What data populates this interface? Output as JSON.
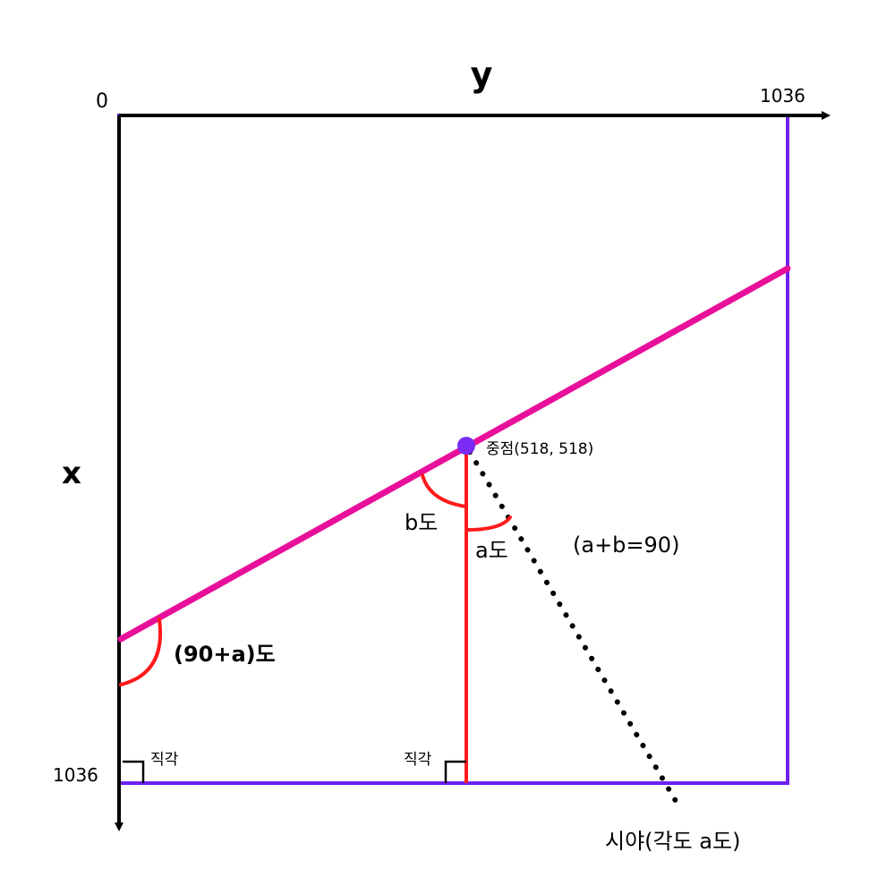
{
  "axes": {
    "y_label": "y",
    "x_label": "x",
    "origin": "0",
    "y_max": "1036",
    "x_max": "1036"
  },
  "labels": {
    "center": "중점(518, 518)",
    "b_angle": "b도",
    "a_angle": "a도",
    "sum_note": "(a+b=90)",
    "left_angle": "(90+a)도",
    "right_angle_1": "직각",
    "right_angle_2": "직각",
    "view": "시야(각도 a도)"
  },
  "colors": {
    "square": "#7020f0",
    "line": "#e8109a",
    "angle": "#ff1a1a",
    "center_dot": "#7a2cf5",
    "axis": "#000000"
  }
}
